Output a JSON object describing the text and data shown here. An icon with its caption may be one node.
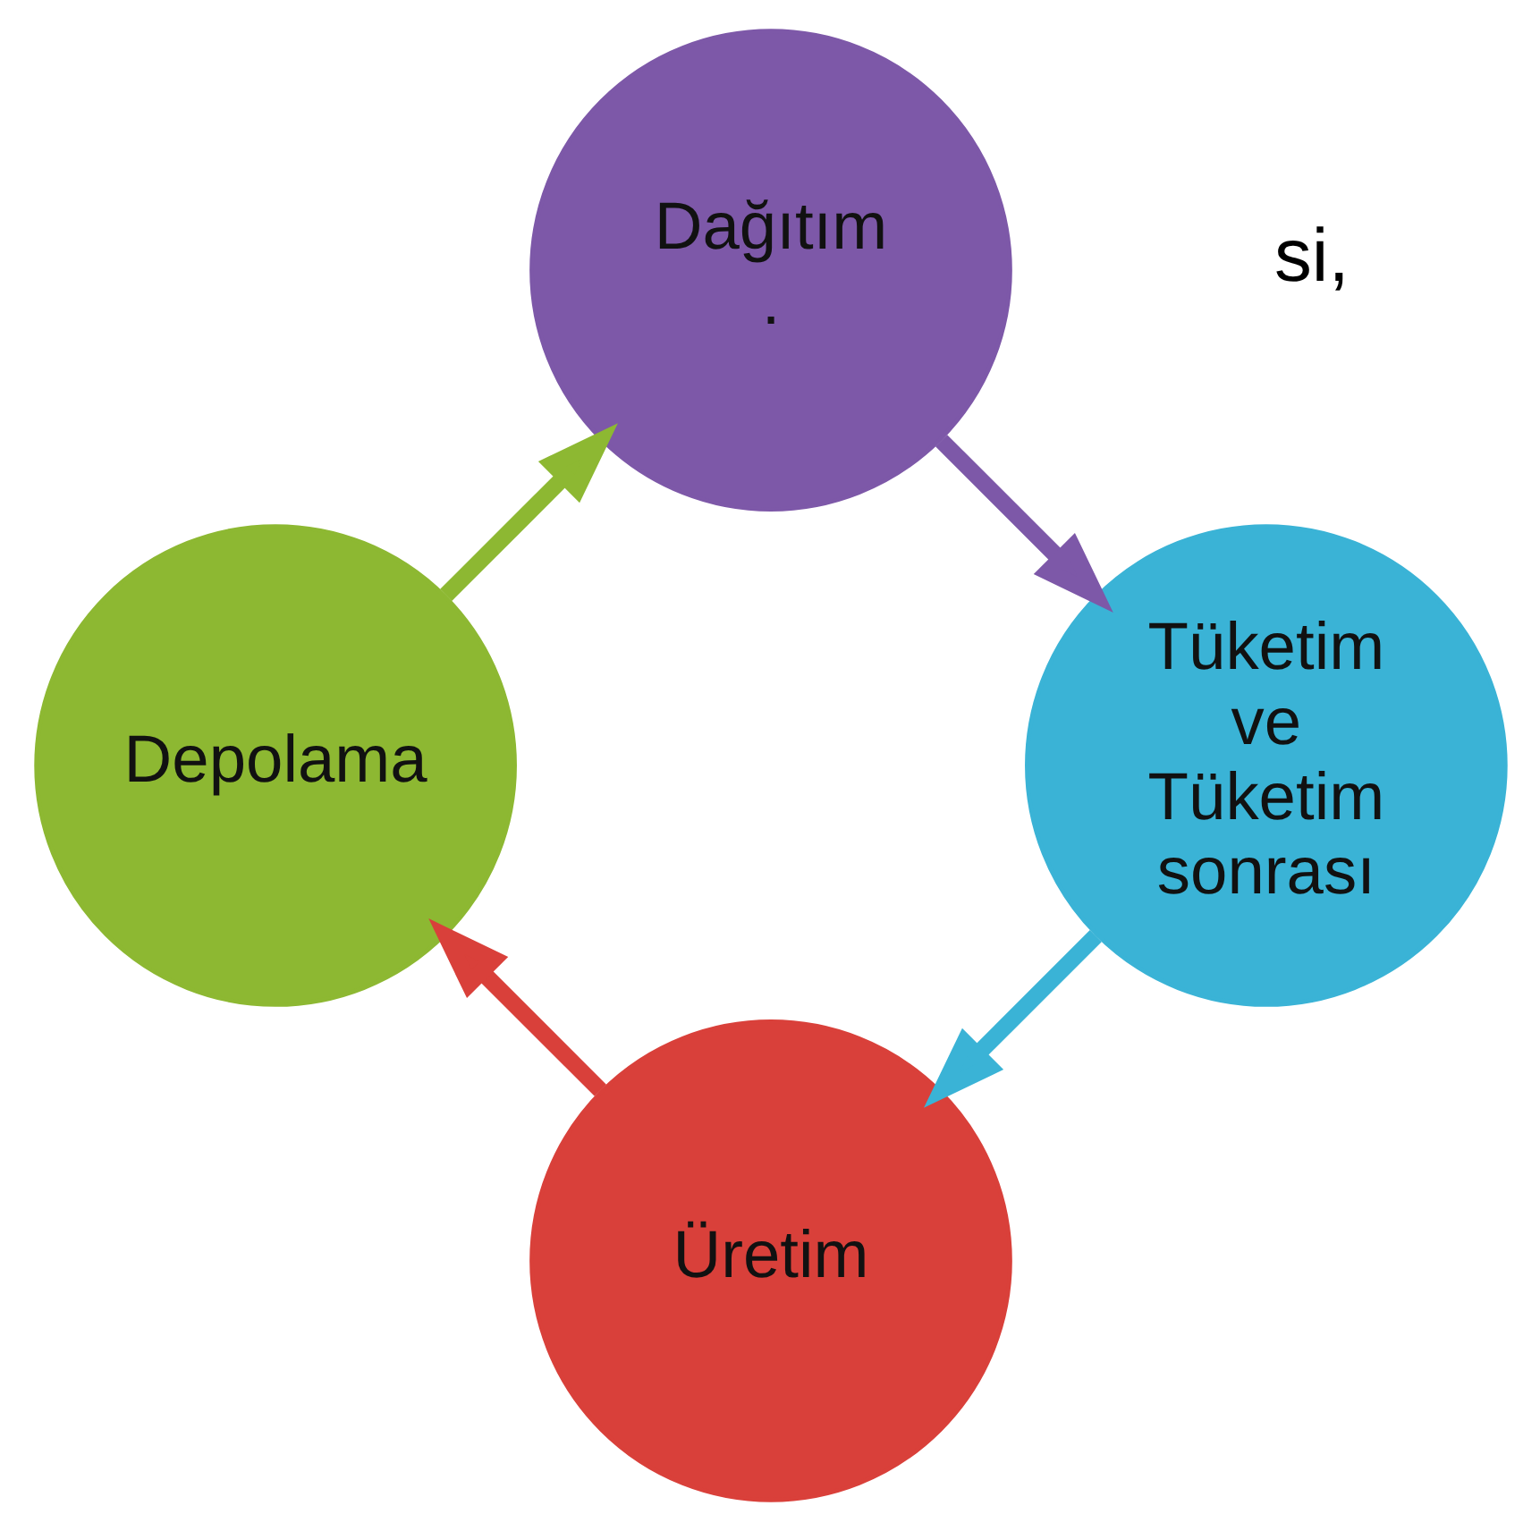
{
  "diagram": {
    "nodes": [
      {
        "text": [
          "Üretim"
        ]
      },
      {
        "text": [
          "Tüketim ve Tüketim sonrası"
        ]
      },
      {
        "text": [
          "Depolama"
        ]
      },
      {
        "text": [
          "Dağıtım",
          "."
        ]
      }
    ],
    "edges": [
      {
        "from": 0,
        "to": 2,
        "arrow": "to",
        "color": "#d9403a"
      },
      {
        "from": 2,
        "to": 3,
        "arrow": "to",
        "color": "#8db832"
      },
      {
        "from": 3,
        "to": 1,
        "arrow": "to",
        "color": "#7d58a8"
      },
      {
        "from": 1,
        "to": 0,
        "arrow": "to",
        "color": "#3ab3d6"
      }
    ],
    "labels": [
      "si,"
    ]
  }
}
